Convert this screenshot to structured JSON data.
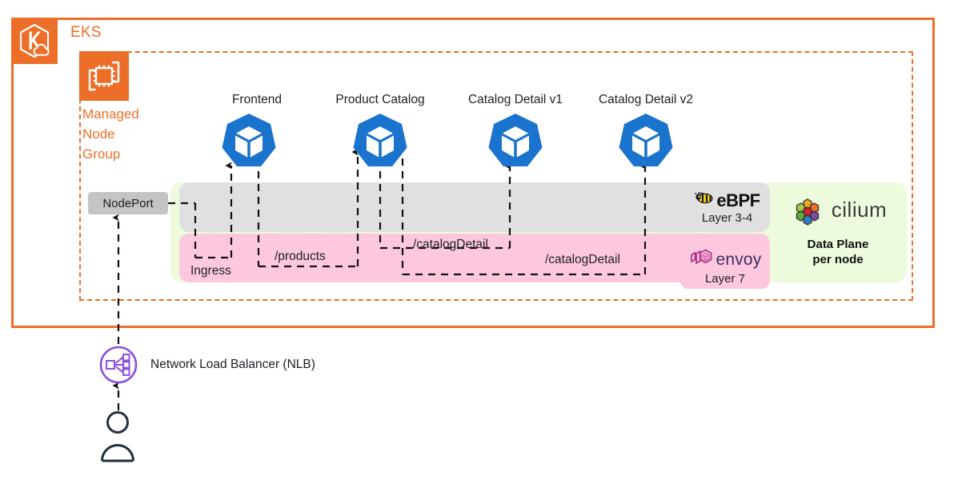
{
  "diagram": {
    "title": "EKS cluster with Cilium data plane and Envoy L7 ingress routing",
    "colors": {
      "aws_orange": "#ed6e28",
      "k8s_blue": "#1a73cc",
      "band_gray": "#e0e0e0",
      "band_pink": "#fdc8dd",
      "band_green": "#edfbdc",
      "nodeport_gray": "#c4c4c4",
      "nlb_purple": "#8c4fe0",
      "dark": "#1b1f24"
    }
  },
  "eks": {
    "title": "EKS",
    "icon": "eks-icon"
  },
  "managed_node_group": {
    "label": "Managed\nNode\nGroup",
    "line1": "Managed",
    "line2": "Node",
    "line3": "Group",
    "icon": "managed-node-group-icon"
  },
  "nodeport": {
    "label": "NodePort"
  },
  "pods": [
    {
      "label": "Frontend",
      "icon": "kubernetes-pod-icon"
    },
    {
      "label": "Product Catalog",
      "icon": "kubernetes-pod-icon"
    },
    {
      "label": "Catalog Detail v1",
      "icon": "kubernetes-pod-icon"
    },
    {
      "label": "Catalog Detail v2",
      "icon": "kubernetes-pod-icon"
    }
  ],
  "routes": [
    {
      "label": "Ingress"
    },
    {
      "label": "/products"
    },
    {
      "label": "/catalogDetail"
    },
    {
      "label": "/catalogDetail"
    }
  ],
  "layers": {
    "l34": {
      "name": "eBPF",
      "sub": "Layer 3-4",
      "icon": "ebpf-bee-icon"
    },
    "l7": {
      "name": "envoy",
      "sub": "Layer 7",
      "icon": "envoy-icon"
    }
  },
  "cilium": {
    "name": "cilium",
    "sub_line1": "Data Plane",
    "sub_line2": "per node",
    "icon": "cilium-hexagons-icon"
  },
  "nlb": {
    "label": "Network Load Balancer (NLB)",
    "icon": "network-load-balancer-icon"
  },
  "user": {
    "icon": "user-actor-icon"
  }
}
